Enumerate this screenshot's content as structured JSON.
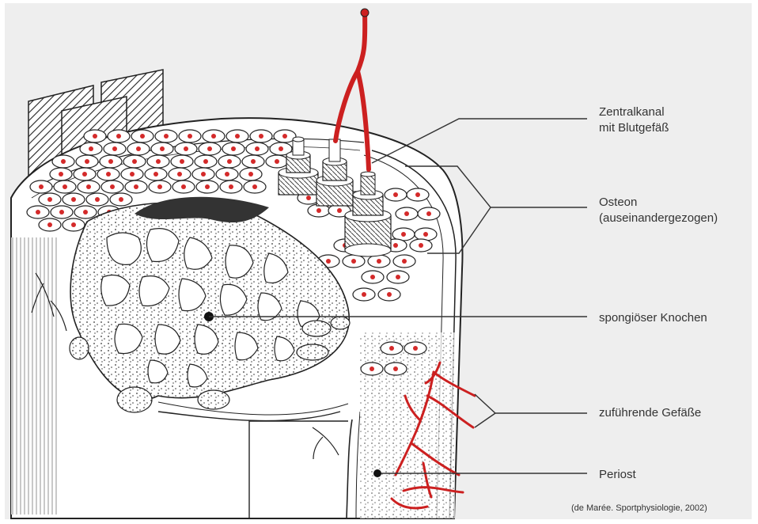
{
  "labels": {
    "zentralkanal": [
      "Zentralkanal",
      "mit Blutgefäß"
    ],
    "osteon": [
      "Osteon",
      "(auseinandergezogen)"
    ],
    "spongioes": "spongiöser Knochen",
    "gefaesse": "zuführende Gefäße",
    "periost": "Periost"
  },
  "credit": "(de Marée. Sportphysiologie, 2002)",
  "colors": {
    "panel": "#eeeeee",
    "ink": "#222222",
    "vessel": "#cc2020",
    "osteon_core": "#d42a2a"
  }
}
